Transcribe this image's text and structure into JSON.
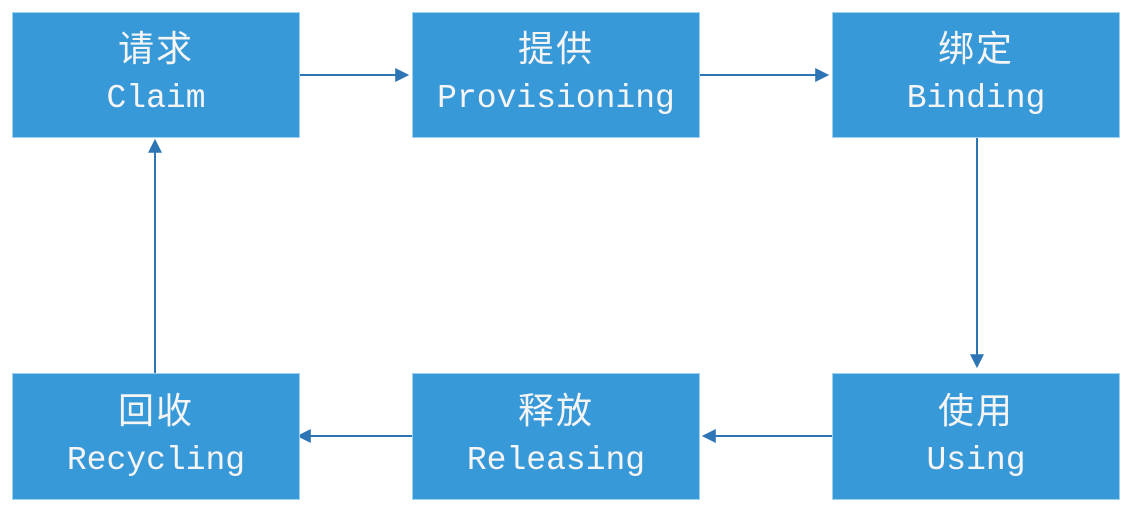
{
  "diagram": {
    "background": "#FFFFFF",
    "node_fill": "#3899D8",
    "node_border": "#9FD0EE",
    "node_text_color": "#F5F5F5",
    "arrow_color": "#2E75B6",
    "nodes": [
      {
        "id": "claim",
        "label_zh": "请求",
        "label_en": "Claim"
      },
      {
        "id": "provisioning",
        "label_zh": "提供",
        "label_en": "Provisioning"
      },
      {
        "id": "binding",
        "label_zh": "绑定",
        "label_en": "Binding"
      },
      {
        "id": "using",
        "label_zh": "使用",
        "label_en": "Using"
      },
      {
        "id": "releasing",
        "label_zh": "释放",
        "label_en": "Releasing"
      },
      {
        "id": "recycling",
        "label_zh": "回收",
        "label_en": "Recycling"
      }
    ],
    "edges": [
      {
        "from": "claim",
        "to": "provisioning"
      },
      {
        "from": "provisioning",
        "to": "binding"
      },
      {
        "from": "binding",
        "to": "using"
      },
      {
        "from": "using",
        "to": "releasing"
      },
      {
        "from": "releasing",
        "to": "recycling"
      },
      {
        "from": "recycling",
        "to": "claim"
      }
    ]
  }
}
